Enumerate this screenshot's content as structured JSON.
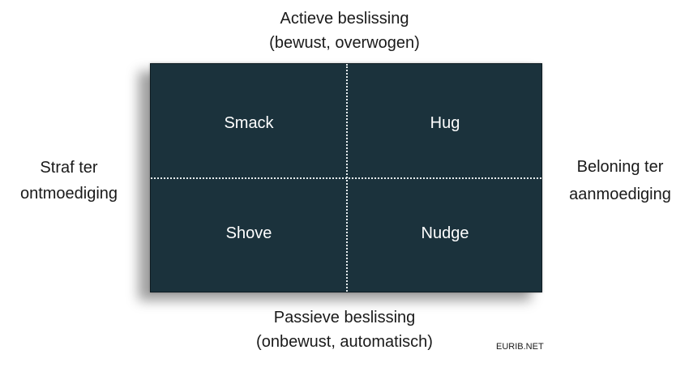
{
  "axes": {
    "top": {
      "line1": "Actieve beslissing",
      "line2": "(bewust, overwogen)"
    },
    "bottom": {
      "line1": "Passieve beslissing",
      "line2": "(onbewust, automatisch)"
    },
    "left": {
      "line1": "Straf ter",
      "line2": "ontmoediging"
    },
    "right": {
      "line1": "Beloning ter",
      "line2": "aanmoediging"
    }
  },
  "quadrants": {
    "top_left": "Smack",
    "top_right": "Hug",
    "bottom_left": "Shove",
    "bottom_right": "Nudge"
  },
  "credit": "EURIB.NET",
  "colors": {
    "matrix_fill": "#1b323c",
    "divider": "#e8eef0",
    "quadrant_text": "#ffffff",
    "label_text": "#1a1a1a"
  }
}
